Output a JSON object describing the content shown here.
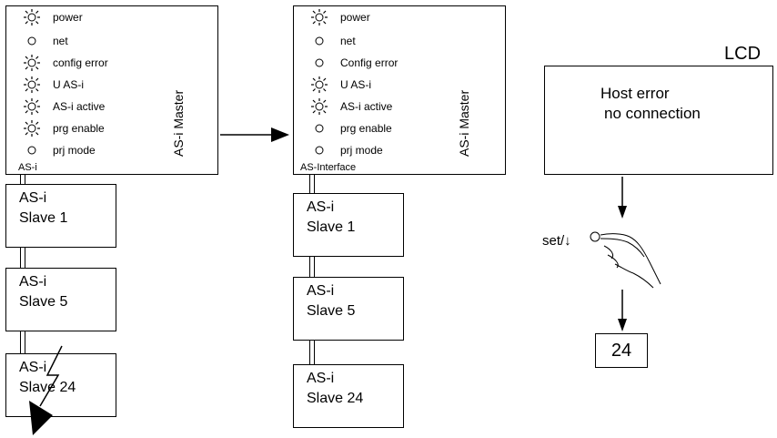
{
  "master_left": {
    "leds": [
      {
        "label": "power",
        "state": "on"
      },
      {
        "label": "net",
        "state": "off"
      },
      {
        "label": "config error",
        "state": "on"
      },
      {
        "label": "U AS-i",
        "state": "on"
      },
      {
        "label": "AS-i active",
        "state": "on"
      },
      {
        "label": "prg enable",
        "state": "on"
      },
      {
        "label": "prj mode",
        "state": "off"
      }
    ],
    "title": "AS-i Master",
    "bus_label": "AS-i"
  },
  "master_right": {
    "leds": [
      {
        "label": "power",
        "state": "on"
      },
      {
        "label": "net",
        "state": "off"
      },
      {
        "label": "Config error",
        "state": "off"
      },
      {
        "label": "U AS-i",
        "state": "on"
      },
      {
        "label": "AS-i active",
        "state": "on"
      },
      {
        "label": "prg enable",
        "state": "off"
      },
      {
        "label": "prj mode",
        "state": "off"
      }
    ],
    "title": "AS-i Master",
    "bus_label": "AS-Interface"
  },
  "slaves_left": [
    {
      "line1": "AS-i",
      "line2": "Slave 1"
    },
    {
      "line1": "AS-i",
      "line2": "Slave 5"
    },
    {
      "line1": "AS-i",
      "line2": "Slave 24"
    }
  ],
  "slaves_right": [
    {
      "line1": "AS-i",
      "line2": "Slave 1"
    },
    {
      "line1": "AS-i",
      "line2": "Slave 5"
    },
    {
      "line1": "AS-i",
      "line2": "Slave 24"
    }
  ],
  "lcd": {
    "title": "LCD",
    "line1": "Host error",
    "line2": "no connection"
  },
  "set_button": {
    "label": "set/↓"
  },
  "result": {
    "value": "24"
  }
}
